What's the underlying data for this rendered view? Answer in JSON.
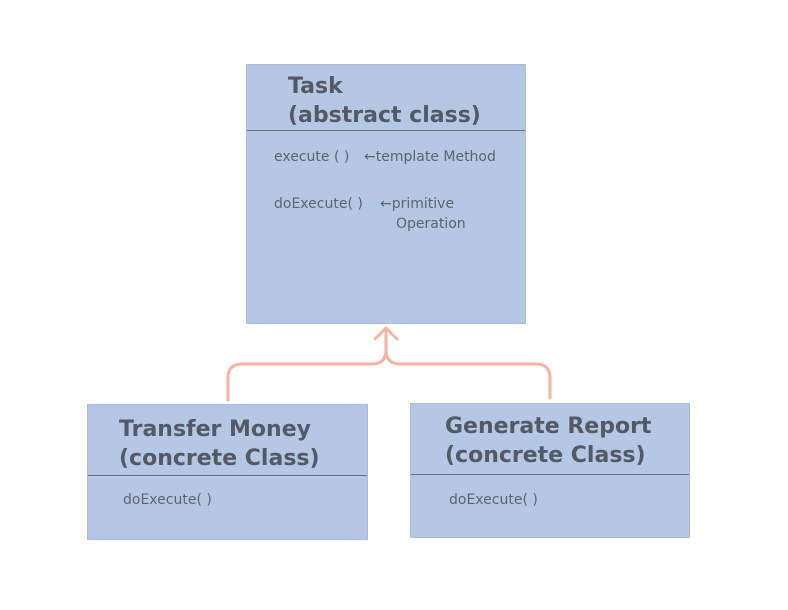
{
  "diagram": {
    "task": {
      "title_line1": "Task",
      "title_line2": "(abstract class)",
      "method1_name": "execute (  )",
      "method1_note": "←template Method",
      "method2_name": "doExecute(  )",
      "method2_note_line1": "←primitive",
      "method2_note_line2": "Operation"
    },
    "transfer_money": {
      "title_line1": "Transfer Money",
      "title_line2": "(concrete Class)",
      "method": "doExecute(  )"
    },
    "generate_report": {
      "title_line1": "Generate Report",
      "title_line2": "(concrete Class)",
      "method": "doExecute(  )"
    },
    "colors": {
      "box_fill": "#b4c7e4",
      "title_text": "#545a64",
      "method_text": "#5e646d",
      "divider": "#68727f",
      "connector": "#f5b5a5"
    }
  }
}
